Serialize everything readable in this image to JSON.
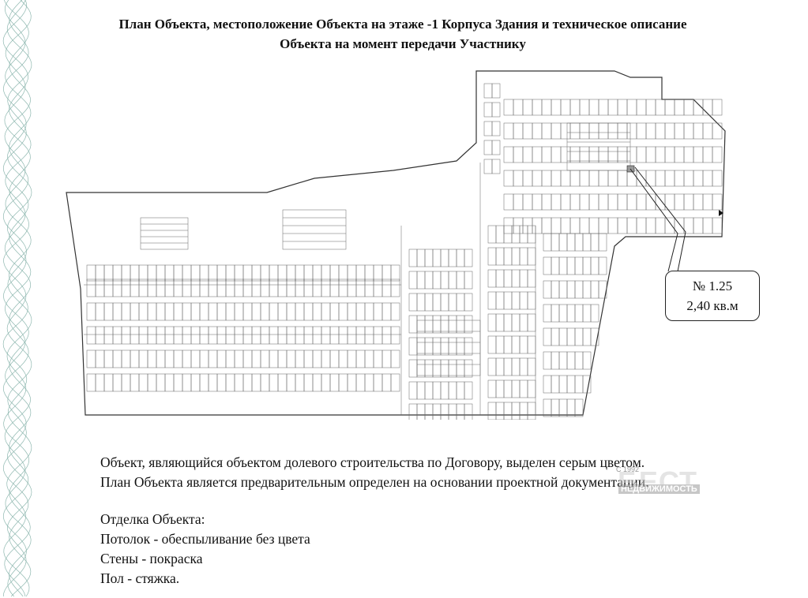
{
  "document": {
    "title_line1": "План Объекта, местоположение Объекта на этаже -1 Корпуса Здания и техническое описание",
    "title_line2": "Объекта на момент передачи Участнику"
  },
  "callout": {
    "number": "№ 1.25",
    "area": "2,40 кв.м"
  },
  "description": {
    "line1": "Объект, являющийся объектом долевого строительства по Договору, выделен серым цветом.",
    "line2": "План Объекта является предварительным определен на основании проектной документации."
  },
  "finishing": {
    "heading": "Отделка Объекта:",
    "items": [
      "Потолок - обеспыливание без цвета",
      "Стены - покраска",
      "Пол - стяжка."
    ]
  },
  "watermark": {
    "year": "С 1992",
    "logo": "БЕСТ",
    "subtitle": "НЕДВИЖИМОСТЬ"
  }
}
